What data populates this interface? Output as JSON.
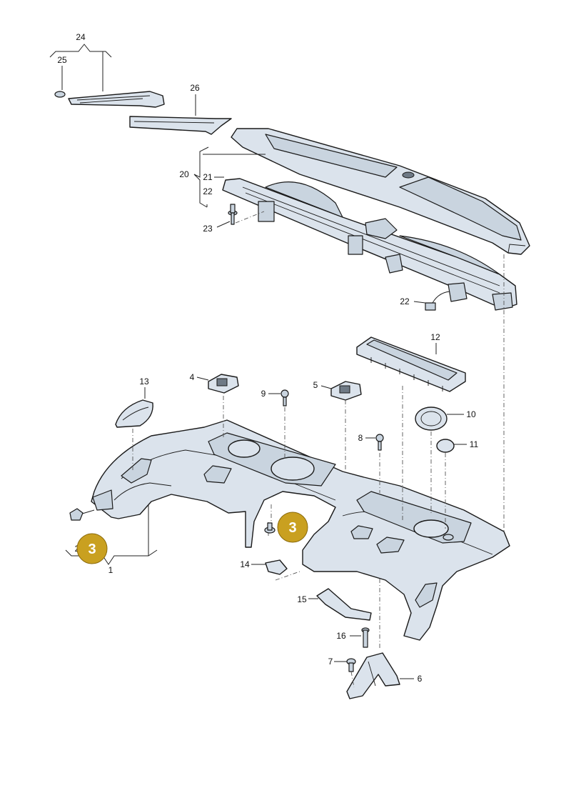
{
  "callouts": {
    "c1": "1",
    "c2": "2",
    "c4": "4",
    "c5": "5",
    "c6": "6",
    "c7": "7",
    "c8": "8",
    "c9": "9",
    "c10": "10",
    "c11": "11",
    "c12": "12",
    "c13": "13",
    "c14": "14",
    "c15": "15",
    "c16": "16",
    "c20": "20",
    "c21": "21",
    "c22a": "22",
    "c22b": "22",
    "c23": "23",
    "c24": "24",
    "c25": "25",
    "c26": "26"
  },
  "badges": {
    "left": "3",
    "center": "3"
  },
  "colors": {
    "badge": "#c9a020",
    "part_fill": "#dbe3ec",
    "line": "#1a1a1a"
  }
}
